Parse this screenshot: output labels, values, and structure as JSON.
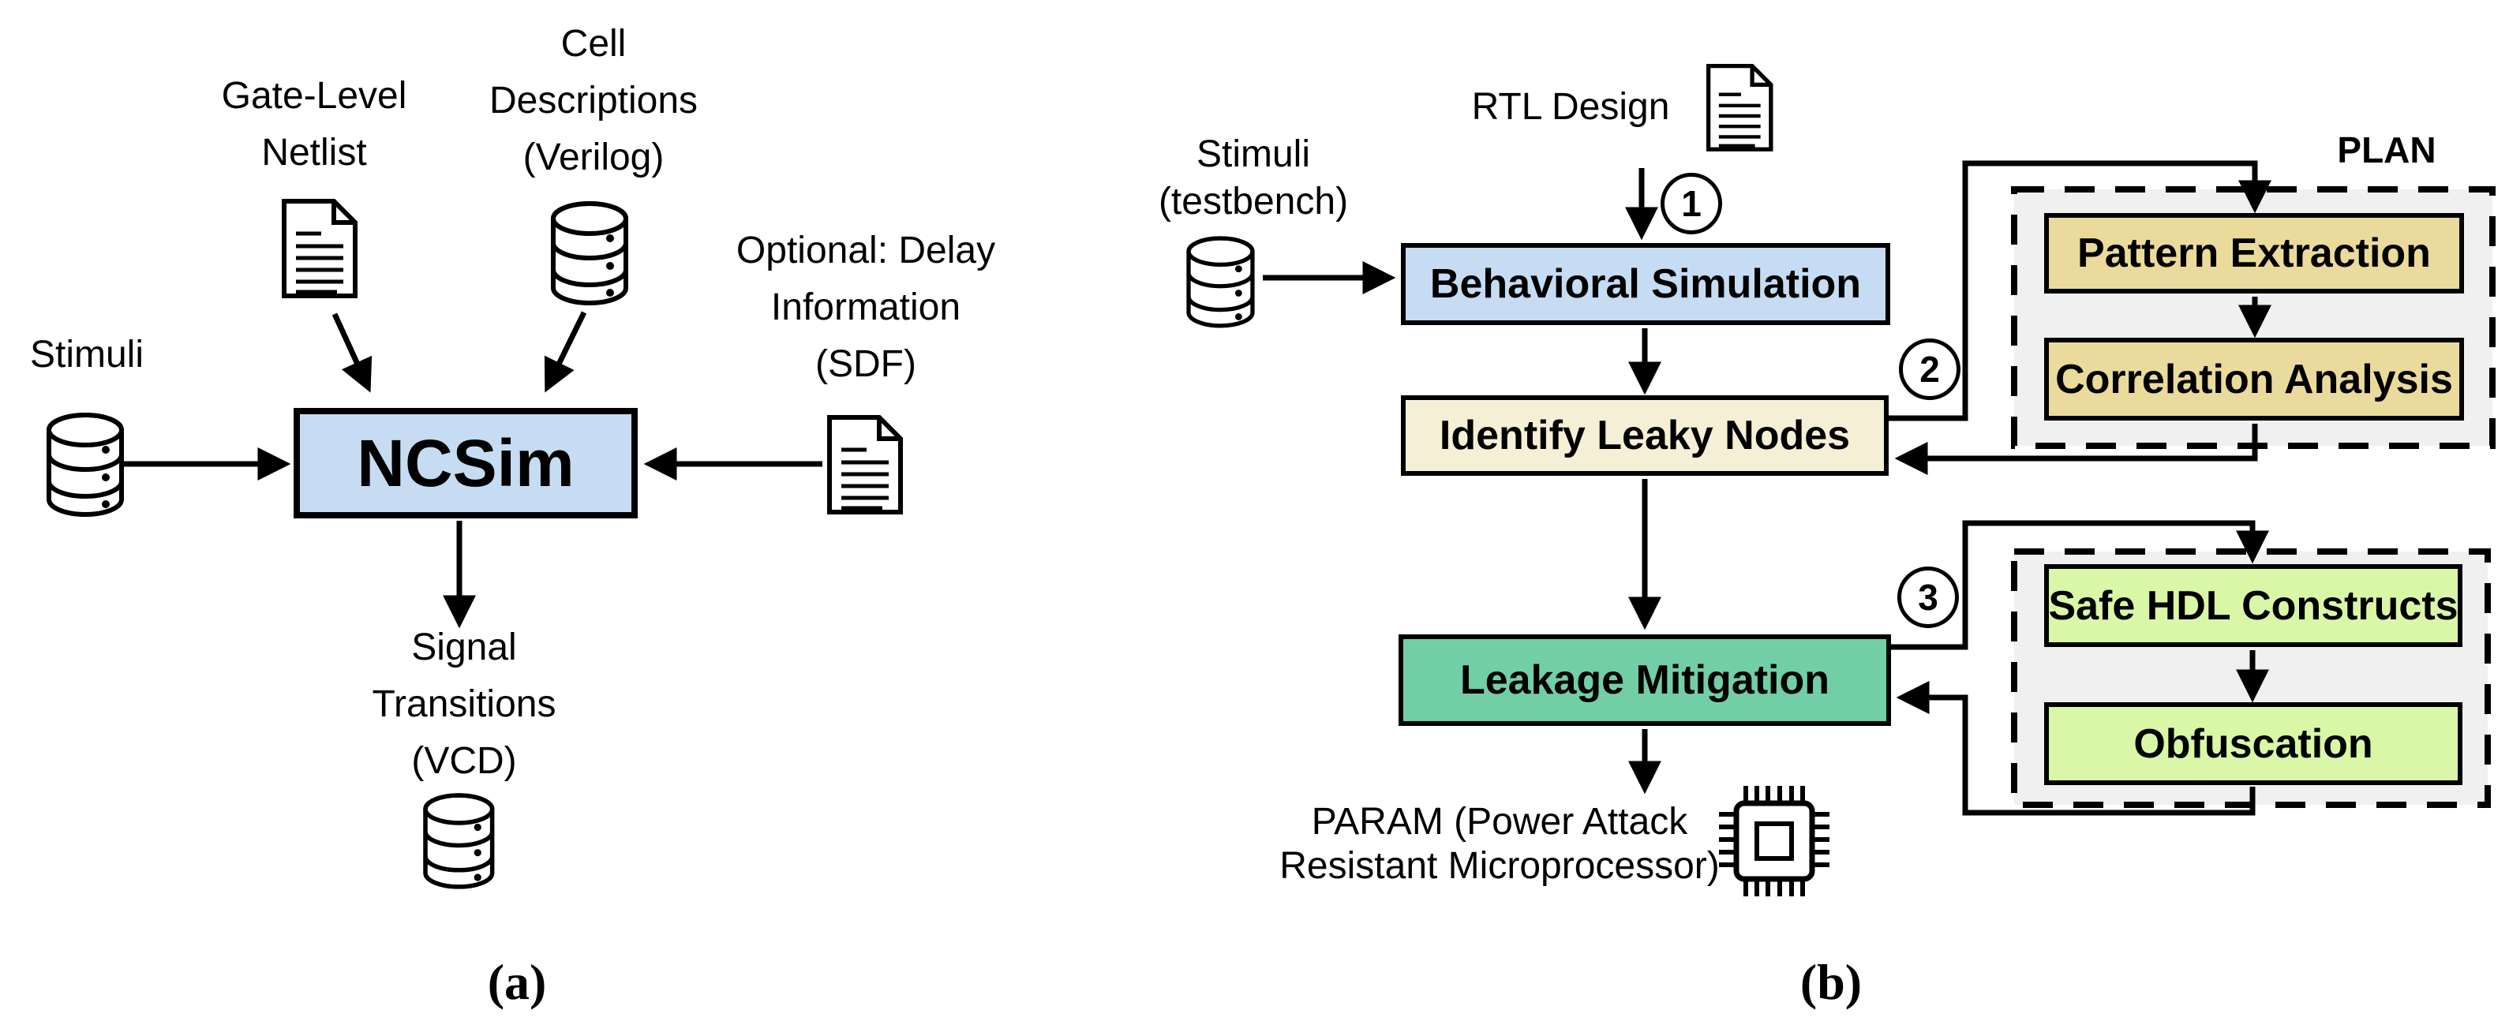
{
  "colors": {
    "box_blue": "#C5DCF2",
    "box_cream": "#F5F0D5",
    "box_tan": "#EADB9C",
    "box_green": "#72CFA5",
    "box_light_green": "#D9F7A6",
    "group_fill": "#F0F0F0",
    "line": "#000000"
  },
  "panel_a": {
    "caption": "(a)",
    "inputs": {
      "gate_level_netlist": "Gate-Level\nNetlist",
      "cell_descriptions": "Cell\nDescriptions\n(Verilog)",
      "stimuli": "Stimuli",
      "optional_delay": "Optional: Delay\nInformation\n(SDF)"
    },
    "process_label": "NCSim",
    "output_label": "Signal\nTransitions\n(VCD)",
    "icons": {
      "gate_level_netlist": "document-icon",
      "cell_descriptions": "database-icon",
      "stimuli": "database-icon",
      "optional_delay": "document-icon",
      "output": "database-icon"
    }
  },
  "panel_b": {
    "caption": "(b)",
    "inputs": {
      "rtl_design": "RTL Design",
      "stimuli_testbench": "Stimuli\n(testbench)"
    },
    "steps": {
      "behavioral_simulation": "Behavioral Simulation",
      "identify_leaky_nodes": "Identify Leaky Nodes",
      "leakage_mitigation": "Leakage Mitigation"
    },
    "step_badges": {
      "step1": "1",
      "step2": "2",
      "step3": "3"
    },
    "plan_group": {
      "title": "PLAN",
      "pattern_extraction": "Pattern Extraction",
      "correlation_analysis": "Correlation Analysis"
    },
    "mitigation_group": {
      "safe_hdl_constructs": "Safe HDL Constructs",
      "obfuscation": "Obfuscation"
    },
    "output_label": "PARAM (Power Attack\nResistant Microprocessor)",
    "icons": {
      "rtl_design": "document-icon",
      "stimuli_testbench": "database-icon",
      "output": "microchip-icon"
    }
  }
}
